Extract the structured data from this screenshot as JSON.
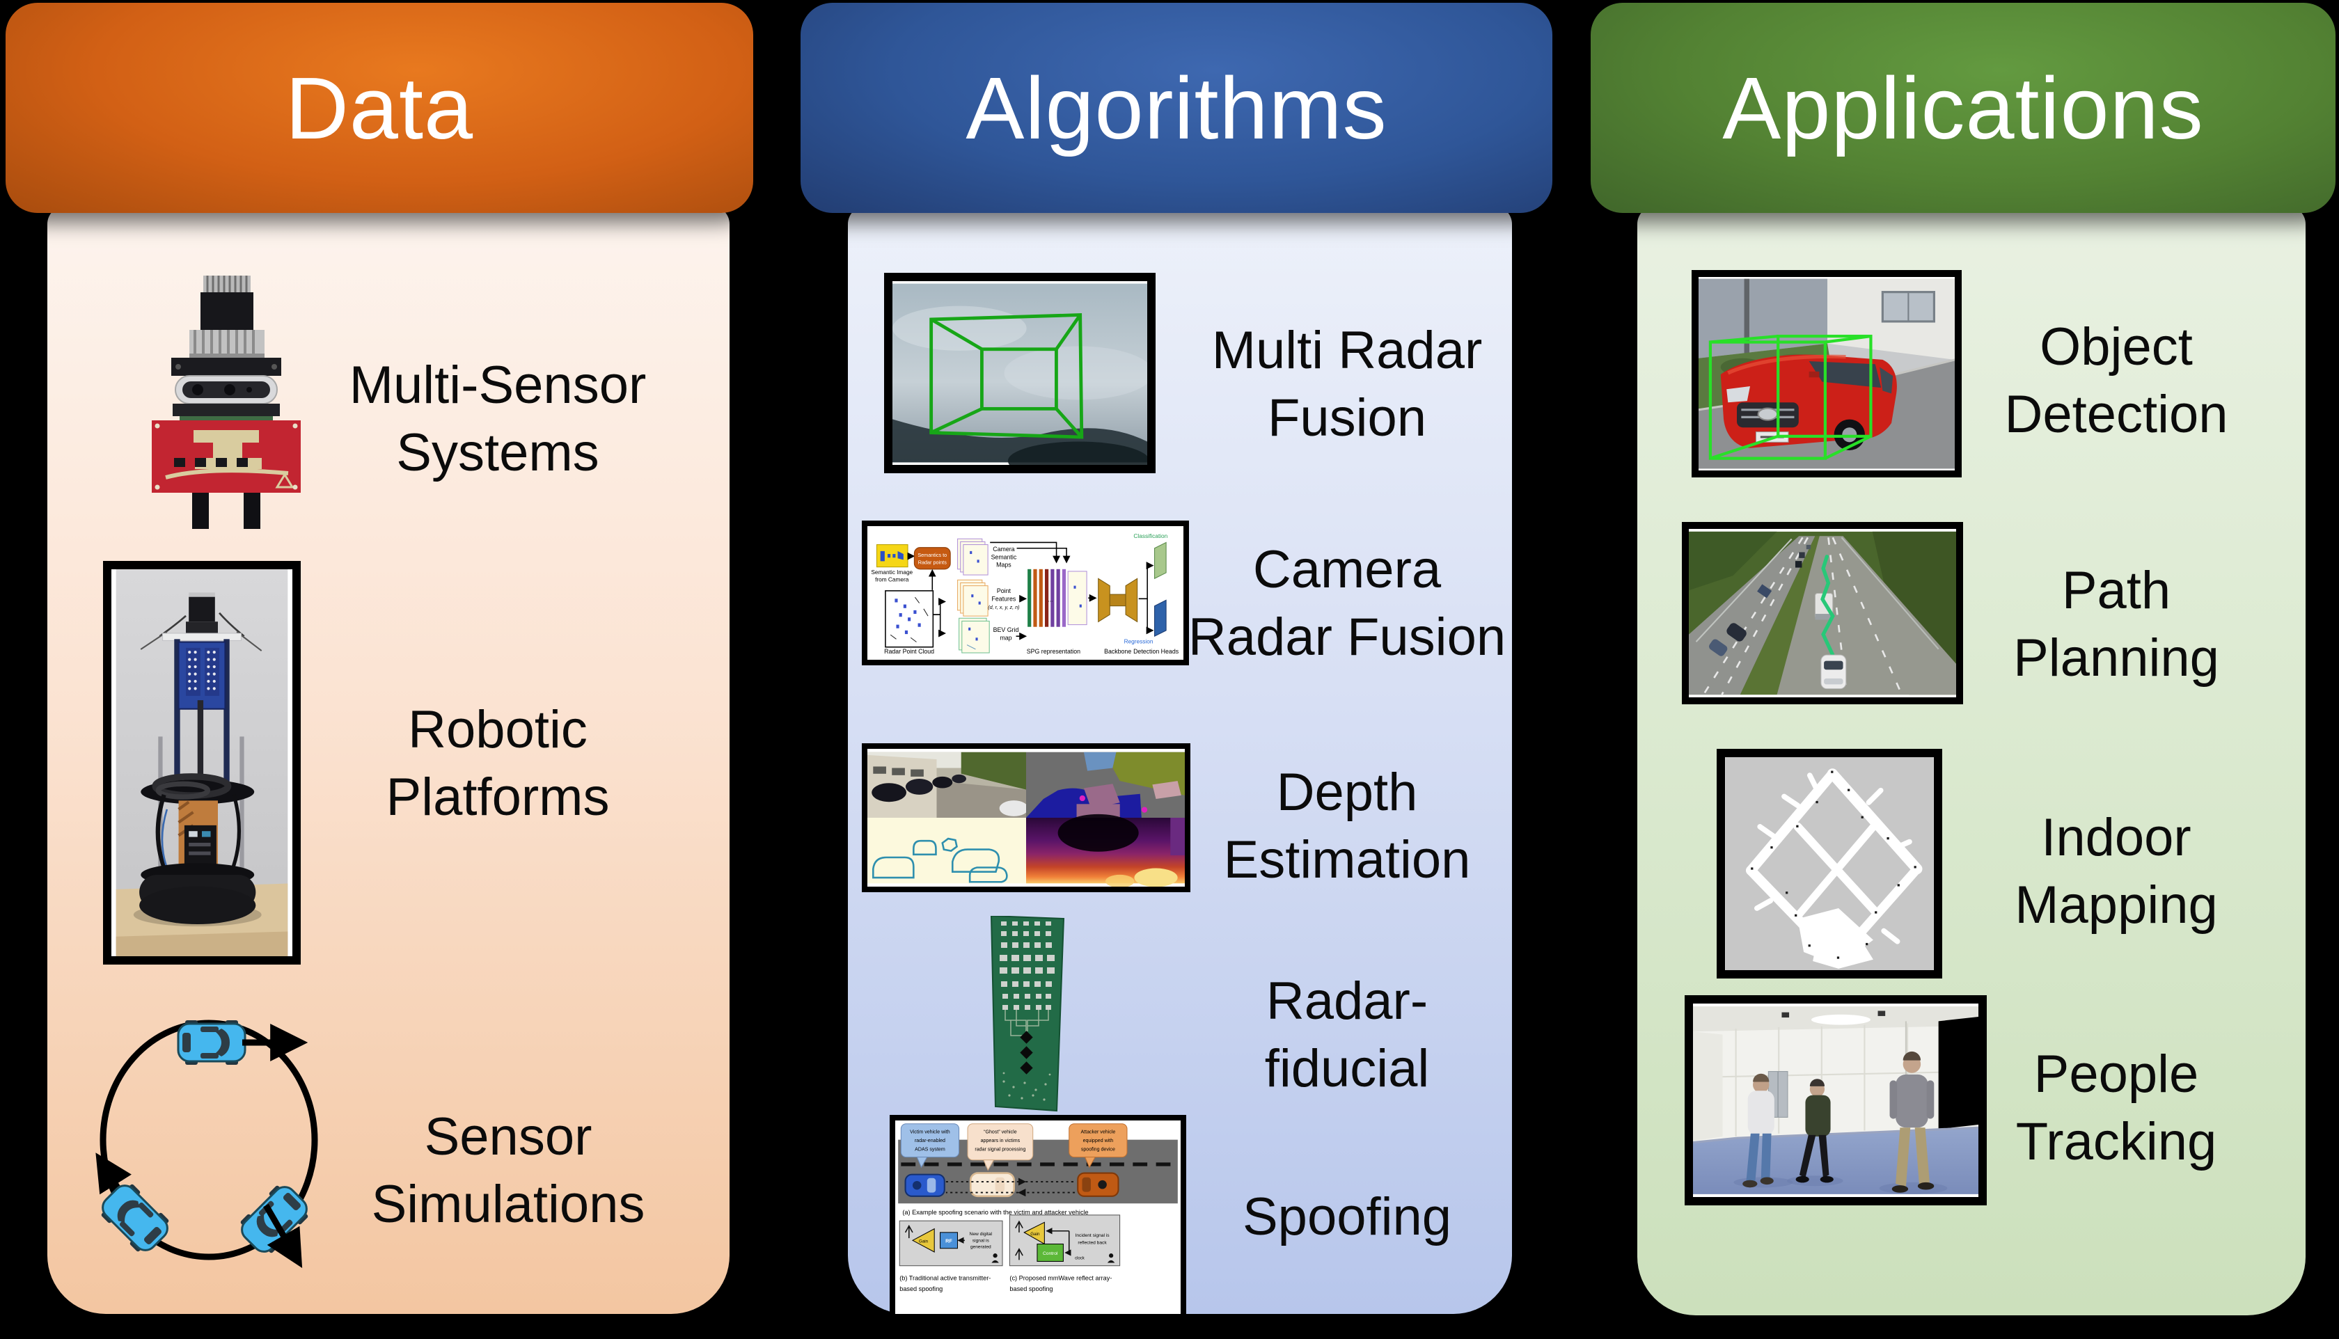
{
  "figure": {
    "background": "#000000",
    "annotation_green": "#22CC22",
    "sim_car_blue": "#45B7EE"
  },
  "columns": {
    "data": {
      "title": "Data",
      "theme": {
        "header": "#D26015",
        "body_top": "#FDF4EE",
        "body_bottom": "#F3C6A1"
      },
      "items": [
        {
          "label_lines": [
            "Multi-Sensor",
            "Systems"
          ],
          "image": "multi-sensor-rig-cutout"
        },
        {
          "label_lines": [
            "Robotic",
            "Platforms"
          ],
          "image": "robot-platform-photo"
        },
        {
          "label_lines": [
            "Sensor",
            "Simulations"
          ],
          "image": "cars-circle-simulation-diagram"
        }
      ]
    },
    "algorithms": {
      "title": "Algorithms",
      "theme": {
        "header": "#2F5698",
        "body_top": "#EDF1FA",
        "body_bottom": "#B7C6EB"
      },
      "items": [
        {
          "label_lines": [
            "Multi Radar",
            "Fusion"
          ],
          "image": "fog-3d-bounding-box-photo"
        },
        {
          "label_lines": [
            "Camera",
            "Radar Fusion"
          ],
          "image": "fusion-network-flowchart"
        },
        {
          "label_lines": [
            "Depth",
            "Estimation"
          ],
          "image": "depth-estimation-quadrants"
        },
        {
          "label_lines": [
            "Radar-",
            "fiducial"
          ],
          "image": "fiducial-pcb-cutout"
        },
        {
          "label_lines": [
            "Spoofing"
          ],
          "image": "spoofing-scenario-diagram"
        }
      ],
      "flowchart": {
        "semantic_image": [
          "Semantic Image",
          "from Camera"
        ],
        "semantics_to_radar": [
          "Semantics to",
          "Radar points"
        ],
        "radar_point_cloud": "Radar Point Cloud",
        "camera_semantic_maps": [
          "Camera",
          "Semantic",
          "Maps"
        ],
        "point_features": [
          "Point",
          "Features",
          "(d, r, x, y, z, n)"
        ],
        "bev_grid_map": [
          "BEV Grid",
          "map"
        ],
        "spg": "SPG representation",
        "backbone": "Backbone",
        "classification": "Classification",
        "regression": "Regression",
        "detection_heads": "Detection Heads"
      },
      "spoofing": {
        "victim_bubble": [
          "Victim vehicle with",
          "radar-enabled",
          "ADAS system"
        ],
        "ghost_bubble": [
          "“Ghost” vehicle",
          "appears in victims",
          "radar signal processing"
        ],
        "attacker_bubble": [
          "Attacker vehicle",
          "equipped with",
          "spoofing device"
        ],
        "caption_a": "(a) Example spoofing scenario with the victim and attacker vehicle",
        "gain": "Gain",
        "rf": "RF",
        "b_note": [
          "New digital",
          "signal is",
          "generated"
        ],
        "caption_b": [
          "(b) Traditional active transmitter-",
          "based spoofing"
        ],
        "control": "Control",
        "clock": "clock",
        "c_note": [
          "Incident signal is",
          "reflected back"
        ],
        "caption_c": [
          "(c) Proposed mmWave reflect array-",
          "based spoofing"
        ]
      }
    },
    "applications": {
      "title": "Applications",
      "theme": {
        "header": "#538233",
        "body_top": "#E9F1E2",
        "body_bottom": "#CCE0BC"
      },
      "items": [
        {
          "label_lines": [
            "Object",
            "Detection"
          ],
          "image": "car-3d-bbox-photo"
        },
        {
          "label_lines": [
            "Path",
            "Planning"
          ],
          "image": "highway-path-photo"
        },
        {
          "label_lines": [
            "Indoor",
            "Mapping"
          ],
          "image": "occupancy-grid-map"
        },
        {
          "label_lines": [
            "People",
            "Tracking"
          ],
          "image": "people-lab-photo"
        }
      ]
    }
  }
}
